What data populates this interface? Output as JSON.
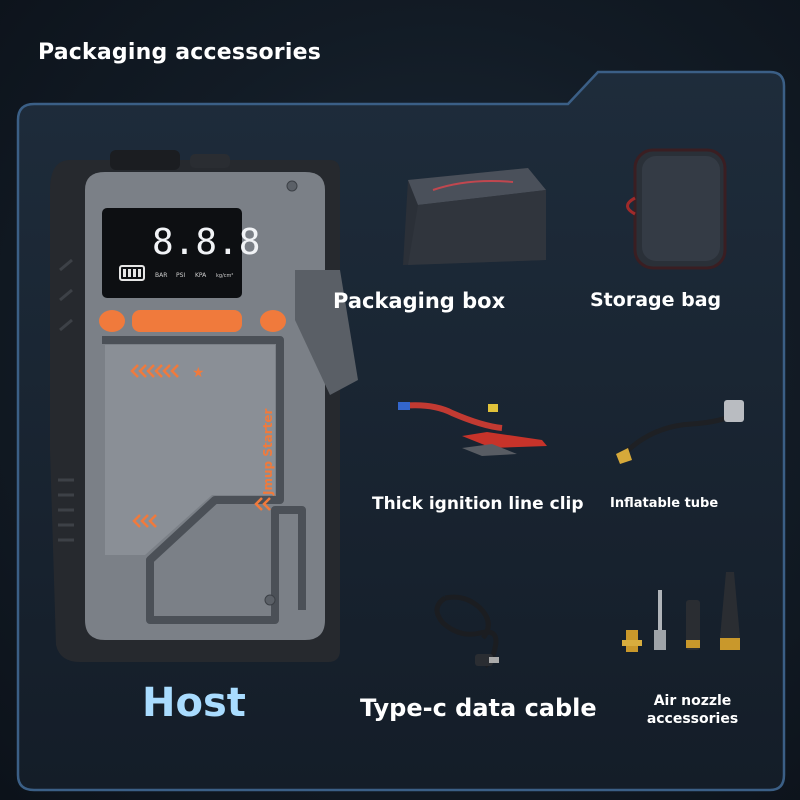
{
  "page": {
    "title": "Packaging accessories"
  },
  "host": {
    "label": "Host",
    "display_value": "8.8.8",
    "units": [
      "BAR",
      "PSI",
      "KPA",
      "kg/cm²"
    ],
    "brand": "Jmup Starter"
  },
  "accessories": [
    {
      "id": "box",
      "label": "Packaging box"
    },
    {
      "id": "bag",
      "label": "Storage bag"
    },
    {
      "id": "clip",
      "label": "Thick ignition line clip"
    },
    {
      "id": "tube",
      "label": "Inflatable tube"
    },
    {
      "id": "cable",
      "label": "Type-c data cable"
    },
    {
      "id": "nozzle",
      "label": "Air nozzle accessories"
    }
  ],
  "colors": {
    "accent_orange": "#f07a3c",
    "frame_blue": "#3b5f86",
    "host_label": "#a9dcff",
    "device_gray": "#7b8087"
  }
}
